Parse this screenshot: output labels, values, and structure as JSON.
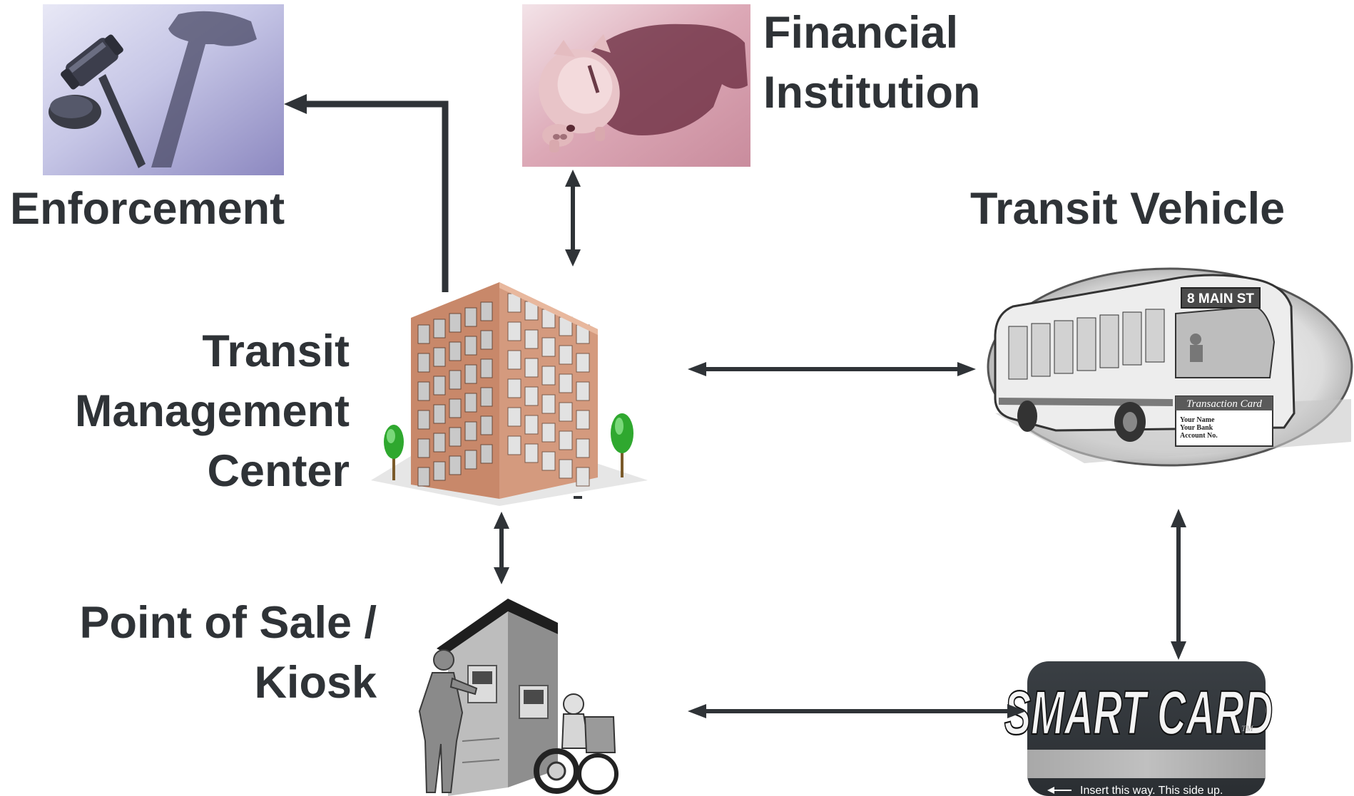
{
  "nodes": {
    "enforcement": {
      "label": "Enforcement",
      "image": "gavel-icon"
    },
    "financial_institution": {
      "label_lines": [
        "Financial",
        "Institution"
      ],
      "image": "piggy-bank-icon"
    },
    "transit_vehicle": {
      "label": "Transit Vehicle",
      "image": "bus-icon",
      "destination_sign": "8  MAIN ST",
      "card": {
        "title": "Transaction Card",
        "lines": [
          "Your Name",
          "Your Bank",
          "Account No."
        ]
      }
    },
    "transit_management_center": {
      "label_lines": [
        "Transit",
        "Management",
        "Center"
      ],
      "image": "office-building-icon"
    },
    "point_of_sale": {
      "label_lines": [
        "Point of Sale /",
        "Kiosk"
      ],
      "image": "kiosk-icon"
    },
    "smart_card": {
      "title": "SMART CARD",
      "tm": "TM",
      "instruction": "Insert this way.  This side up."
    }
  },
  "connections": [
    {
      "from": "transit_management_center",
      "to": "enforcement",
      "direction": "one-way"
    },
    {
      "from": "transit_management_center",
      "to": "financial_institution",
      "direction": "two-way"
    },
    {
      "from": "transit_management_center",
      "to": "transit_vehicle",
      "direction": "two-way"
    },
    {
      "from": "transit_management_center",
      "to": "point_of_sale",
      "direction": "two-way"
    },
    {
      "from": "transit_vehicle",
      "to": "smart_card",
      "direction": "two-way"
    },
    {
      "from": "point_of_sale",
      "to": "smart_card",
      "direction": "two-way"
    }
  ],
  "colors": {
    "text": "#2f3337",
    "arrow": "#2f3337",
    "building_brick": "#c8886a",
    "enforcement_bg": "#b4b4dc",
    "financial_bg": "#c8899a",
    "smart_card_dark": "#2f3337"
  }
}
